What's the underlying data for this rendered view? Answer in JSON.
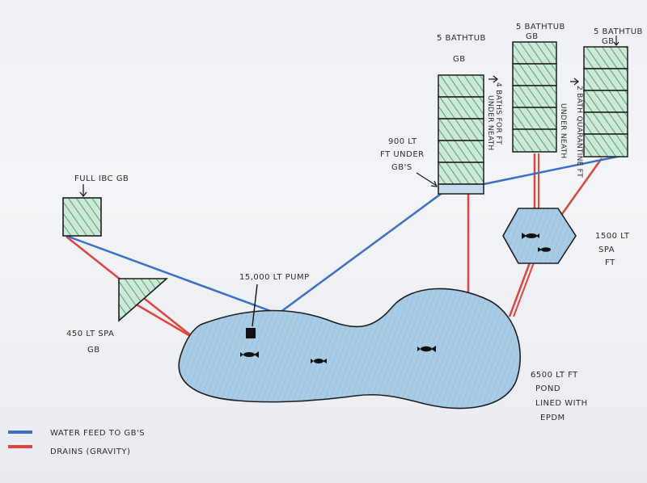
{
  "labels": {
    "full_ibc": "FULL IBC GB",
    "bath1_title1": "5 BATHTUB",
    "bath1_title2": "GB",
    "bath2_title1": "5 BATHTUB",
    "bath2_title2": "GB",
    "bath3_title1": "5 BATHTUB",
    "bath3_title2": "GB",
    "baths_ft_1": "4 BATHS FOR FT",
    "baths_ft_2": "UNDER NEATH",
    "baths_q_1": "2 BATH QUARANTINE FT",
    "baths_q_2": "UNDER NEATH",
    "ft900_1": "900 LT",
    "ft900_2": "FT UNDER",
    "ft900_3": "GB'S",
    "pump": "15,000 LT PUMP",
    "spa1500_1": "1500 LT",
    "spa1500_2": "SPA",
    "spa1500_3": "FT",
    "spa450_1": "450 LT SPA",
    "spa450_2": "GB",
    "pond_1": "6500 LT   FT",
    "pond_2": "POND",
    "pond_3": "LINED WITH",
    "pond_4": "EPDM"
  },
  "legend": [
    {
      "label": "WATER FEED TO GB'S",
      "color": "#3c6fc8"
    },
    {
      "label": "DRAINS (GRAVITY)",
      "color": "#e0443a"
    }
  ],
  "colors": {
    "feed": "#3c6fc8",
    "drain": "#e0443a",
    "pond_fill": "#a8cbe3",
    "gravel_fill": "#bfe0cc",
    "hatch": "#5aa57a"
  }
}
